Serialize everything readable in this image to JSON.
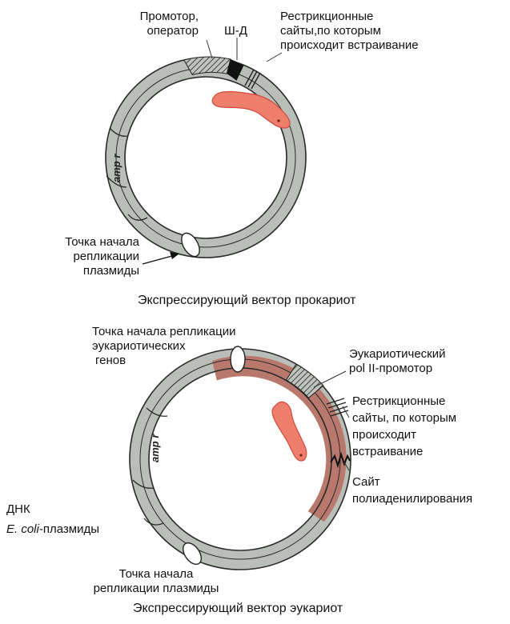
{
  "colors": {
    "plasmid_gray": "#b9bfb8",
    "eukaryotic_segment": "#b9786c",
    "gene_fill": "#ee7f6c",
    "gene_outline": "#d24a3c",
    "line": "#2a2a2a"
  },
  "prokaryote": {
    "promoter_label": [
      "Промотор,",
      "оператор"
    ],
    "sd_label": "Ш-Д",
    "restriction_label": [
      "Рестрикционные",
      "сайты,по которым",
      "происходит  встраивание"
    ],
    "amp_label": "amp r",
    "origin_label": [
      "Точка начала",
      "репликации",
      "плазмиды"
    ],
    "caption": "Экспрессирующий вектор прокариот"
  },
  "eukaryote": {
    "euk_origin_label": [
      "Точка  начала  репликации",
      "эукариотических",
      "генов"
    ],
    "pol_promoter_label": [
      "Эукариотический",
      "pol  II-промотор"
    ],
    "restriction_label": [
      "Рестрикционные",
      "сайты, по которым",
      "происходит",
      "встраивание"
    ],
    "polyA_label": [
      "Сайт",
      "полиаденилирования"
    ],
    "amp_label": "amp r",
    "dna_label": "ДНК",
    "ecoli_italic": "E. coli",
    "ecoli_rest": "-плазмиды",
    "plasmid_origin_label": [
      "Точка  начала",
      "репликации  плазмиды"
    ],
    "caption": "Экспрессирующий вектор эукариот"
  }
}
